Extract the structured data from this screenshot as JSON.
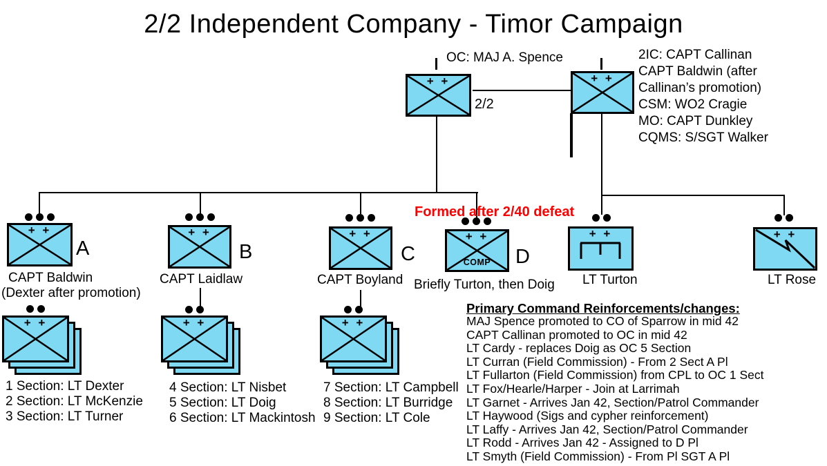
{
  "title": "2/2 Independent Company - Timor Campaign",
  "symbols": {
    "plus": "+ +",
    "echelon_company": "I"
  },
  "colors": {
    "unit_fill": "#7FD9F2",
    "annotation_red": "#FF0000",
    "line_black": "#000000"
  },
  "hq": {
    "oc_label": "OC: MAJ A. Spence",
    "unit_label": "2/2"
  },
  "headquarters_staff": {
    "lines": [
      "2IC: CAPT Callinan",
      "CAPT Baldwin (after",
      "Callinan’s promotion)",
      "CSM: WO2 Cragie",
      "MO: CAPT Dunkley",
      "CQMS: S/SGT Walker"
    ]
  },
  "annotation": "Formed after 2/40 defeat",
  "platoons": [
    {
      "letter": "A",
      "caption": "CAPT Baldwin",
      "caption2": "(Dexter after promotion)"
    },
    {
      "letter": "B",
      "caption": "CAPT Laidlaw"
    },
    {
      "letter": "C",
      "caption": "CAPT Boyland"
    },
    {
      "letter": "D",
      "caption": "Briefly Turton, then Doig",
      "inner_label": "COMP"
    },
    {
      "caption": "LT Turton",
      "symbol": "engineer"
    },
    {
      "caption": "LT Rose",
      "symbol": "signals"
    }
  ],
  "section_groups": [
    {
      "lines": [
        "1 Section: LT Dexter",
        "2 Section: LT McKenzie",
        "3 Section: LT Turner"
      ]
    },
    {
      "lines": [
        "4 Section: LT Nisbet",
        "5 Section: LT Doig",
        "6 Section: LT Mackintosh"
      ]
    },
    {
      "lines": [
        "7 Section: LT Campbell",
        "8 Section: LT Burridge",
        "9 Section: LT Cole"
      ]
    }
  ],
  "reinforcements": {
    "heading": "Primary Command Reinforcements/changes:",
    "items": [
      "MAJ Spence promoted to CO of Sparrow in mid 42",
      "CAPT Callinan promoted to OC in mid 42",
      "LT Cardy - replaces Doig as OC 5 Section",
      "LT Curran (Field Commission) - From 2 Sect A Pl",
      "LT Fullarton (Field Commission) from CPL to OC 1 Sect",
      "LT Fox/Hearle/Harper - Join at Larrimah",
      "LT Garnet - Arrives Jan 42, Section/Patrol Commander",
      "LT Haywood (Sigs and cypher reinforcement)",
      "LT Laffy - Arrives Jan 42, Section/Patrol Commander",
      "LT Rodd - Arrives Jan 42 - Assigned to D Pl",
      "LT Smyth (Field Commission) - From Pl SGT A Pl"
    ]
  }
}
